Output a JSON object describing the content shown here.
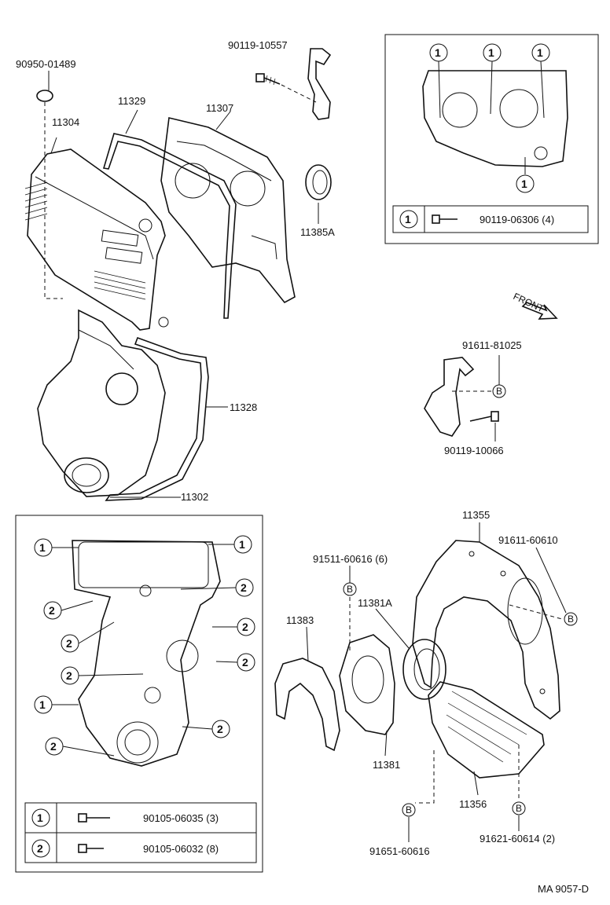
{
  "parts": {
    "p90950_01489": "90950-01489",
    "p90119_10557": "90119-10557",
    "p11329": "11329",
    "p11307": "11307",
    "p11304": "11304",
    "p11385A": "11385A",
    "p11328": "11328",
    "p11302": "11302",
    "p91611_81025": "91611-81025",
    "p90119_10066": "90119-10066",
    "p11355": "11355",
    "p91611_60610": "91611-60610",
    "p91511_60616": "91511-60616 (6)",
    "p11381A": "11381A",
    "p11383": "11383",
    "p11381": "11381",
    "p11356": "11356",
    "p91651_60616": "91651-60616",
    "p91621_60614": "91621-60614 (2)"
  },
  "refs": {
    "one": "1",
    "two": "2",
    "b": "B"
  },
  "front_label": "FRONT",
  "inset_top": {
    "legend_key": "1",
    "legend_part": "90119-06306 (4)"
  },
  "inset_bottom": {
    "row1_key": "1",
    "row1_part": "90105-06035 (3)",
    "row2_key": "2",
    "row2_part": "90105-06032 (8)"
  },
  "figure_code": "MA 9057-D"
}
